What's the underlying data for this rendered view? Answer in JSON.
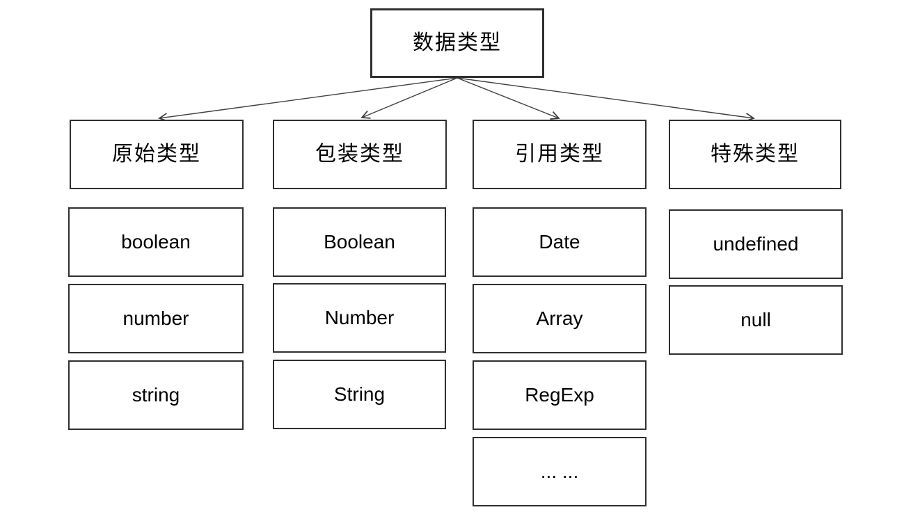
{
  "root": {
    "label": "数据类型"
  },
  "columns": [
    {
      "header": "原始类型",
      "items": [
        "boolean",
        "number",
        "string"
      ]
    },
    {
      "header": "包装类型",
      "items": [
        "Boolean",
        "Number",
        "String"
      ]
    },
    {
      "header": "引用类型",
      "items": [
        "Date",
        "Array",
        "RegExp",
        "... ..."
      ]
    },
    {
      "header": "特殊类型",
      "items": [
        "undefined",
        "null"
      ]
    }
  ],
  "colors": {
    "background": "#ffffff",
    "box_border": "#2f2f2f",
    "text": "#000000",
    "arrow": "#404040"
  }
}
